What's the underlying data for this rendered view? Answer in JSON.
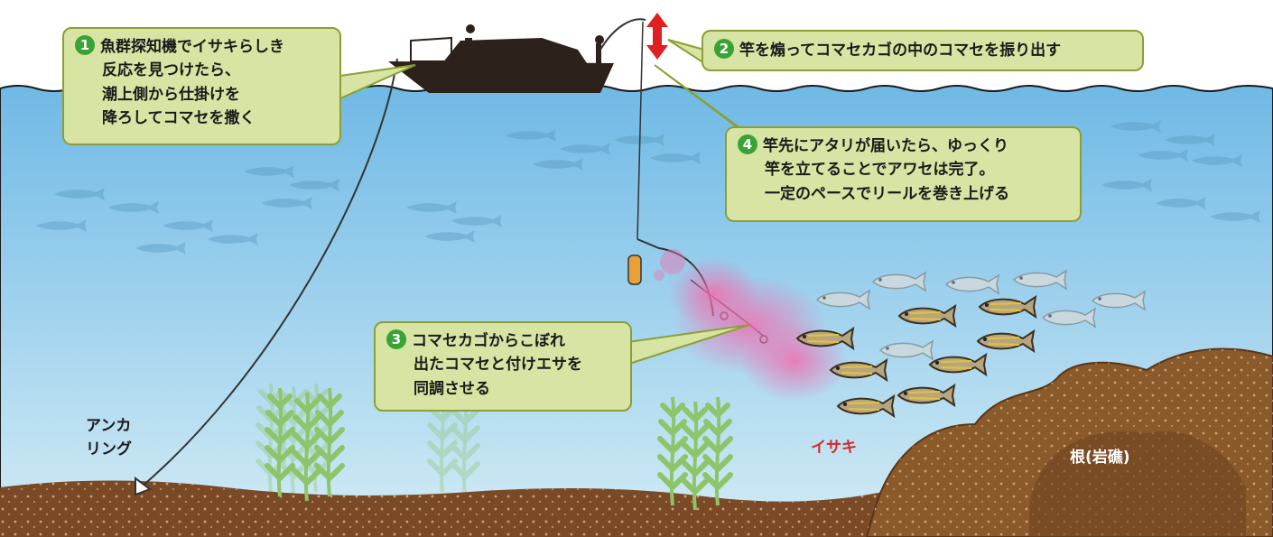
{
  "callouts": [
    {
      "number": "1",
      "lines": [
        "魚群探知機でイサキらしき",
        "反応を見つけたら、",
        "潮上側から仕掛けを",
        "降ろしてコマセを撒く"
      ]
    },
    {
      "number": "2",
      "lines": [
        "竿を煽ってコマセカゴの中のコマセを振り出す"
      ]
    },
    {
      "number": "3",
      "lines": [
        "コマセカゴからこぼれ",
        "出たコマセと付けエサを",
        "同調させる"
      ]
    },
    {
      "number": "4",
      "lines": [
        "竿先にアタリが届いたら、ゆっくり",
        "竿を立てることでアワセは完了。",
        "一定のペースでリールを巻き上げる"
      ]
    }
  ],
  "labels": {
    "anchor": [
      "アンカ",
      "リング"
    ],
    "fish": "イサキ",
    "reef": "根(岩礁)"
  },
  "colors": {
    "sky": "#ffffff",
    "sea_top": "#6fb9e6",
    "sea_bottom": "#cde9f3",
    "seabed": "#7a4a26",
    "reef": "#8b5a2b",
    "callout_fill": "#d7e4a3",
    "callout_border": "#8aa035",
    "number_badge": "#3aa335",
    "chum_cloud": "#f08cc0",
    "fish_label": "#d42a2a",
    "motion_arrow": "#e02020"
  }
}
